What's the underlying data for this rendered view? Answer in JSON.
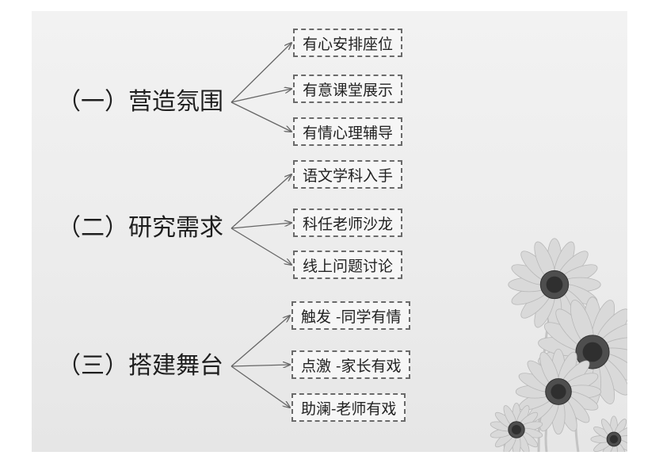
{
  "groups": [
    {
      "label": "（一）营造氛围",
      "items": [
        "有心安排座位",
        "有意课堂展示",
        "有情心理辅导"
      ]
    },
    {
      "label": "（二）研究需求",
      "items": [
        "语文学科入手",
        "科任老师沙龙",
        "线上问题讨论"
      ]
    },
    {
      "label": "（三）搭建舞台",
      "items": [
        "触发 -同学有情",
        "点激 -家长有戏",
        "助澜-老师有戏"
      ]
    }
  ],
  "colors": {
    "background": "#ececec",
    "text": "#1e1e1e",
    "box_border": "#6a6a6a",
    "arrow": "#666666"
  },
  "decoration": "sunflower-watermark"
}
